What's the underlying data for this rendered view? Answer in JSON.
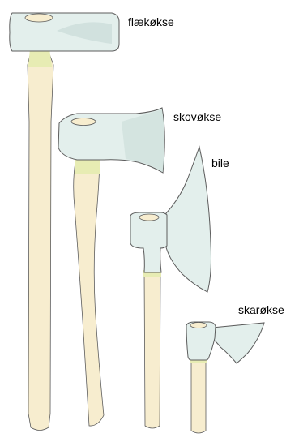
{
  "labels": {
    "splitting_axe": "flækøkse",
    "forest_axe": "skovøkse",
    "broad_axe": "bile",
    "adze": "skarøkse"
  },
  "colors": {
    "handle": "#f7edcf",
    "handle_shadow": "#e9dfb4",
    "collar": "#e7ecb3",
    "head": "#e3efec",
    "head_shadow": "#c9dcd9",
    "outline": "#5c5c5c"
  }
}
